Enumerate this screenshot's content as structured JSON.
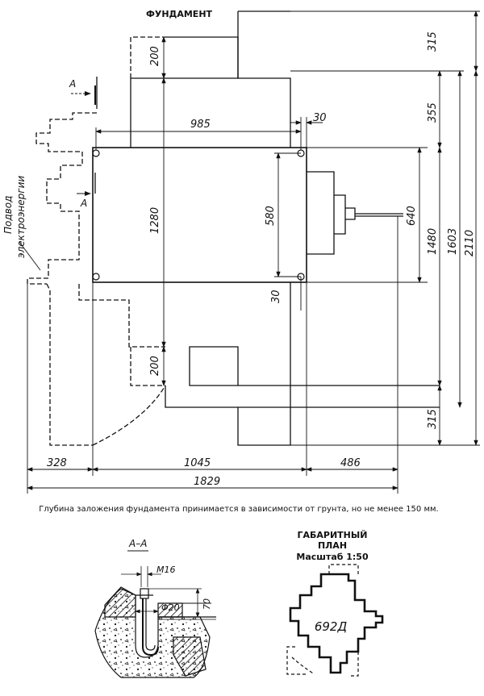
{
  "title": "ФУНДАМЕНТ",
  "section_marker": "A",
  "power_supply_label": [
    "Подвод",
    "электроэнергии"
  ],
  "dimensions": {
    "d200_top": "200",
    "d985": "985",
    "d30_top": "30",
    "d1280": "1280",
    "d580": "580",
    "d640": "640",
    "d30_bottom": "30",
    "d200_bottom": "200",
    "d315_top": "315",
    "d355": "355",
    "d1480": "1480",
    "d1603": "1603",
    "d2110": "2110",
    "d315_bottom": "315",
    "d328": "328",
    "d1045": "1045",
    "d486": "486",
    "d1829": "1829"
  },
  "note": "Глубина заложения фундамента принимается в зависимости от грунта, но не менее 150 мм.",
  "section_view": {
    "title": "A–A",
    "bolt": "M16",
    "diameter": "Φ20",
    "depth": "70"
  },
  "plan_view": {
    "title_line1": "ГАБАРИТНЫЙ",
    "title_line2": "ПЛАН",
    "scale": "Масштаб 1:50",
    "model": "692Д"
  },
  "colors": {
    "ink": "#111111",
    "paper": "#ffffff"
  }
}
